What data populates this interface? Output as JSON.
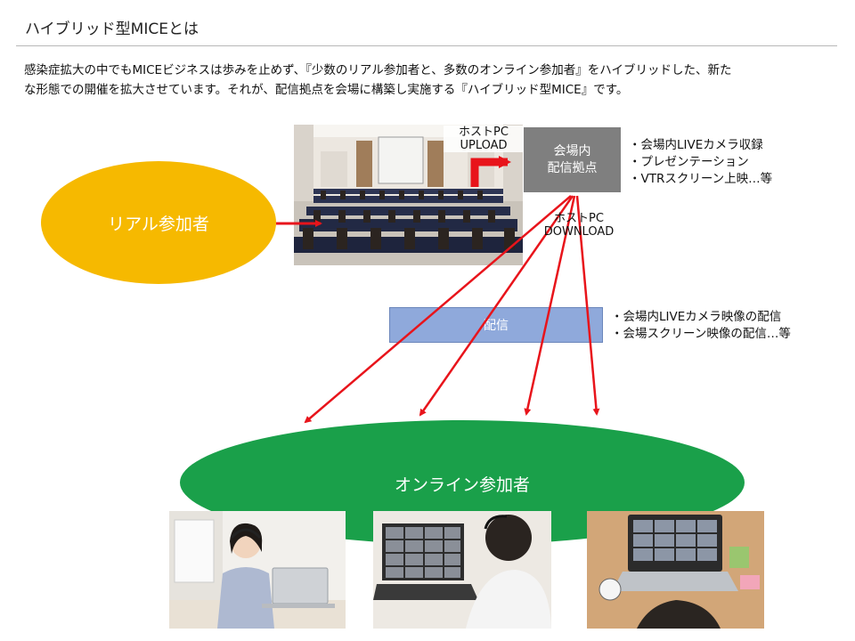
{
  "header": {
    "title": "ハイブリッド型MICEとは"
  },
  "intro": {
    "line1": "感染症拡大の中でもMICEビジネスは歩みを止めず、『少数のリアル参加者と、多数のオンライン参加者』をハイブリッドした、新た",
    "line2": "な形態での開催を拡大させています。それが、配信拠点を会場に構築し実施する『ハイブリッド型MICE』です。"
  },
  "diagram": {
    "real_participants": "リアル参加者",
    "online_participants": "オンライン参加者",
    "hub_line1": "会場内",
    "hub_line2": "配信拠点",
    "stream_box": "配信",
    "upload_line1": "ホストPC",
    "upload_line2": "UPLOAD",
    "download_line1": "ホストPC",
    "download_line2": "DOWNLOAD",
    "hub_bullets": [
      "・会場内LIVEカメラ収録",
      "・プレゼンテーション",
      "・VTRスクリーン上映…等"
    ],
    "stream_bullets": [
      "・会場内LIVEカメラ映像の配信",
      "・会場スクリーン映像の配信…等"
    ]
  },
  "colors": {
    "real_ellipse": "#f6b900",
    "online_ellipse": "#1aa04a",
    "hub_box": "#7f7f7f",
    "stream_box": "#8fa9db",
    "arrow": "#e8141b"
  },
  "icons": {
    "venue_photo": "conference-room-photo",
    "online_photo_1": "woman-headset-laptop-photo",
    "online_photo_2": "man-video-conference-photo",
    "online_photo_3": "laptop-video-call-photo"
  }
}
